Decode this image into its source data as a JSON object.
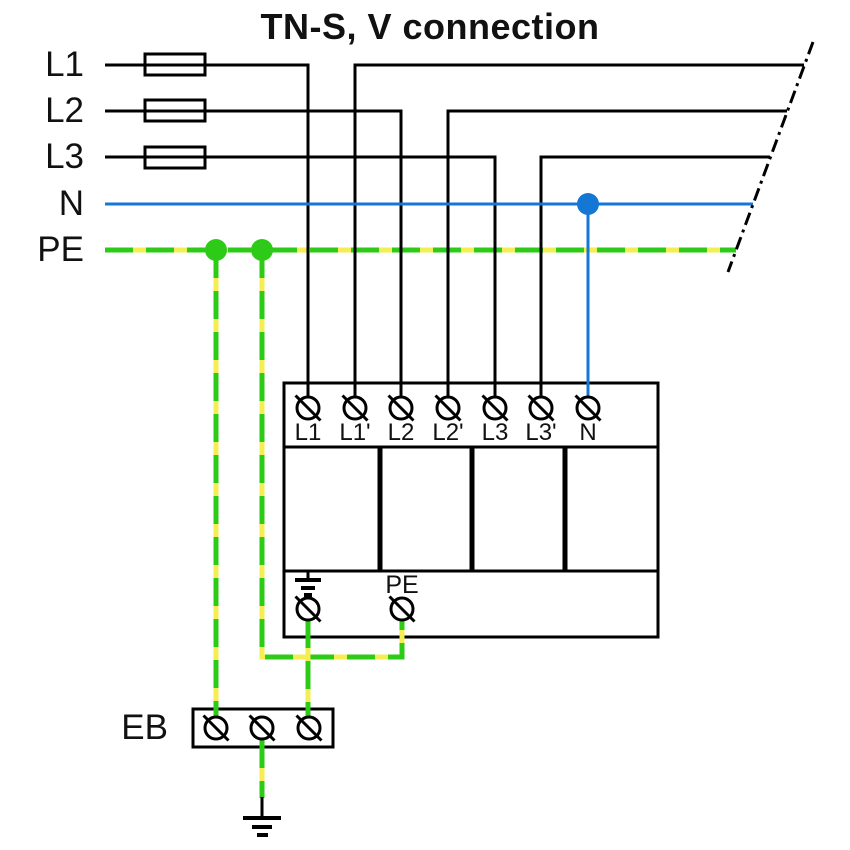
{
  "title": "TN-S, V connection",
  "supply": {
    "labels": [
      "L1",
      "L2",
      "L3",
      "N",
      "PE"
    ]
  },
  "device": {
    "terminals": [
      "L1",
      "L1'",
      "L2",
      "L2'",
      "L3",
      "L3'",
      "N"
    ],
    "pe_label": "PE"
  },
  "earth_bar": {
    "label": "EB"
  },
  "colors": {
    "wire_black": "#000000",
    "neutral_blue": "#1477d4",
    "pe_green": "#2dcb17",
    "pe_yellow": "#f4ee52"
  }
}
